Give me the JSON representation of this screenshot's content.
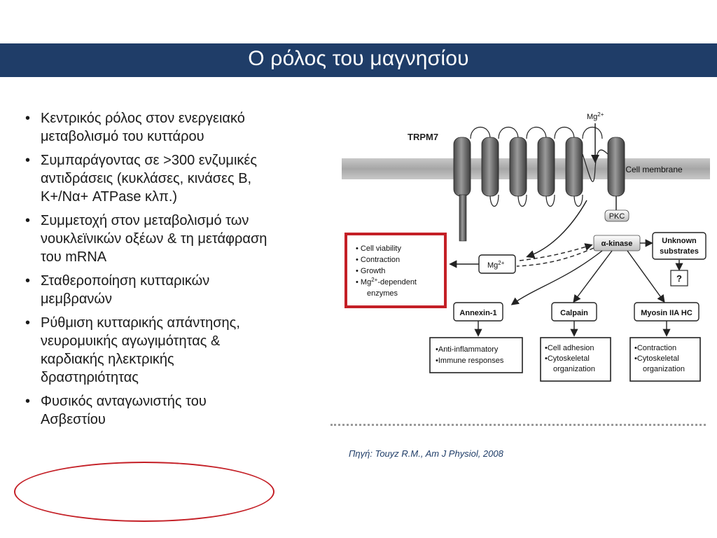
{
  "slide": {
    "title": "Ο ρόλος του μαγνησίου",
    "bullet_symbol": "•",
    "bullets": [
      [
        "Κεντρικός ρόλος στον ενεργειακό",
        "μεταβολισμό του κυττάρου"
      ],
      [
        "Συμπαράγοντας σε >300 ενζυμικές",
        "αντιδράσεις  (κυκλάσες, κινάσες Β,",
        "K+/Nα+ ATPase κλπ.)"
      ],
      [
        "Συμμετοχή στον μεταβολισμό των",
        "νουκλεϊνικών οξέων & τη μετάφραση",
        "του mRNA"
      ],
      [
        "Σταθεροποίηση κυτταρικών",
        "μεμβρανών"
      ],
      [
        "Ρύθμιση κυτταρικής απάντησης,",
        "νευρομυικής αγωγιμότητας &",
        "καρδιακής ηλεκτρικής",
        "δραστηριότητας"
      ],
      [
        "Φυσικός ανταγωνιστής του",
        "Ασβεστίου"
      ]
    ],
    "source": "Πηγή:  Touyz R.M., Am J Physiol, 2008"
  },
  "diagram": {
    "trpm7": "TRPM7",
    "mg_top": "Mg2+",
    "membrane": "Cell membrane",
    "pkc": "PKC",
    "alpha_kinase": "α-kinase",
    "unknown": [
      "Unknown",
      "substrates"
    ],
    "question": "?",
    "mg_mid": "Mg2+",
    "red_box_items": [
      "• Cell viability",
      "• Contraction",
      "• Growth",
      "• Mg2+-dependent",
      "enzymes"
    ],
    "annexin": "Annexin-1",
    "calpain": "Calpain",
    "myosin": "Myosin IIA HC",
    "annexin_out": [
      "•Anti-inflammatory",
      "•Immune responses"
    ],
    "calpain_out": [
      "•Cell adhesion",
      "•Cytoskeletal",
      "organization"
    ],
    "myosin_out": [
      "•Contraction",
      "•Cytoskeletal",
      "organization"
    ]
  },
  "colors": {
    "title_bar": "#1f3d68",
    "highlight_red": "#c41f26",
    "source_text": "#1f3d68"
  }
}
